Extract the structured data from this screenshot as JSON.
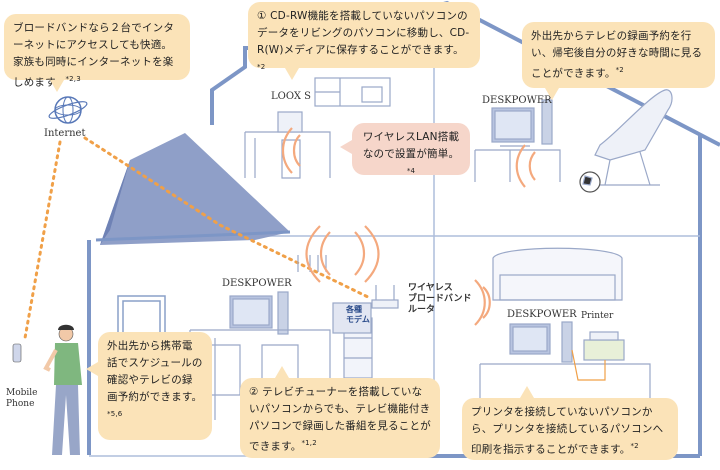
{
  "bubbles": {
    "internet_share": {
      "text": "ブロードバンドなら２台でインターネットにアクセスしても快適。家族も同時にインターネットを楽しめます。",
      "note": "*2,3"
    },
    "cdrw": {
      "text": "① CD-RW機能を搭載していないパソコンのデータをリビングのパソコンに移動し、CD-R(W)メディアに保存することができます。",
      "note": "*2"
    },
    "recording_reserve": {
      "text": "外出先からテレビの録画予約を行い、帰宅後自分の好きな時間に見ることができます。",
      "note": "*2"
    },
    "wireless_lan": {
      "text": "ワイヤレスLAN搭載なので設置が簡単。",
      "note": "*4"
    },
    "mobile": {
      "text": "外出先から携帯電話でスケジュールの確認やテレビの録画予約ができます。",
      "note": "*5,6"
    },
    "tv_tuner": {
      "text": "② テレビチューナーを搭載していないパソコンからでも、テレビ機能付きパソコンで録画した番組を見ることができます。",
      "note": "*1,2"
    },
    "printer": {
      "text": "プリンタを接続していないパソコンから、プリンタを接続しているパソコンへ印刷を指示することができます。",
      "note": "*2"
    }
  },
  "labels": {
    "internet": "Internet",
    "loox": "LOOX S",
    "deskpower_top": "DESKPOWER",
    "deskpower_living": "DESKPOWER",
    "deskpower_right": "DESKPOWER",
    "printer": "Printer",
    "mobile": "Mobile\nPhone",
    "router": "ワイヤレス\nブロードバンド\nルータ",
    "modem": "各種\nモデム"
  },
  "colors": {
    "bubble": "#fbe3b8",
    "bubble_pink": "#f6d6ca",
    "house_outline": "#7d96c6",
    "roof": "#8f9fc8",
    "wireless": "#f4a97e",
    "dotted_link": "#f0a048"
  }
}
